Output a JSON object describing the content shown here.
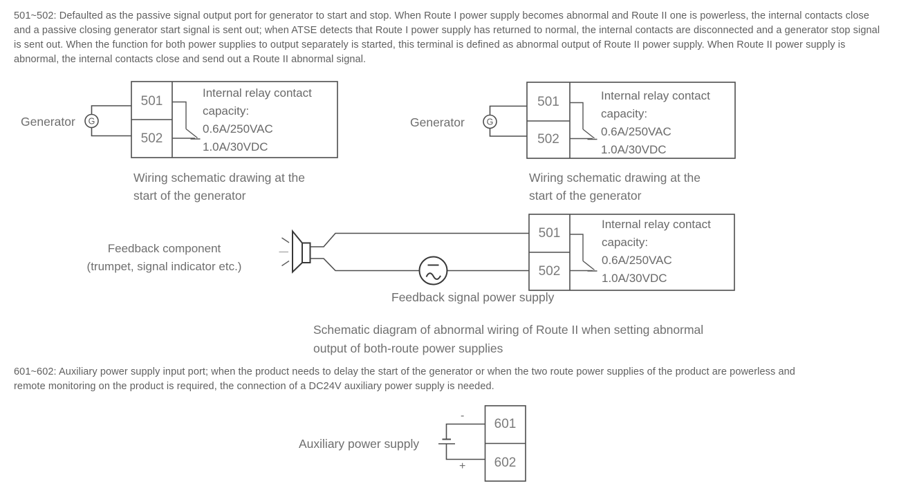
{
  "colors": {
    "background": "#ffffff",
    "body_text": "#5f5f5f",
    "diagram_text": "#6e6e6e",
    "line": "#4d4d4d"
  },
  "paragraphs": {
    "p501": "501~502: Defaulted as the passive signal output port for generator to start and stop. When Route I power supply becomes abnormal and Route II one is powerless, the internal contacts close and a passive closing generator start signal is sent out; when ATSE detects that Route I power supply has returned to normal, the internal contacts are disconnected and a generator stop signal is sent out. When the function for both power supplies to output separately is started, this terminal is defined as abnormal output of Route II power supply. When Route II power supply is abnormal, the internal contacts close and send out a Route II abnormal signal.",
    "p601": "601~602: Auxiliary power supply input port; when the product needs to delay the start of the generator or when the two route power supplies of the product are powerless and remote monitoring on the product is required, the connection of a DC24V auxiliary power supply is needed."
  },
  "diagram1": {
    "source_label": "Generator",
    "source_symbol": "G",
    "terminals": [
      "501",
      "502"
    ],
    "note": [
      "Internal relay contact",
      "capacity:",
      "0.6A/250VAC",
      "1.0A/30VDC"
    ],
    "caption": [
      "Wiring schematic drawing at the",
      "start of the generator"
    ]
  },
  "diagram2": {
    "source_label": "Generator",
    "source_symbol": "G",
    "terminals": [
      "501",
      "502"
    ],
    "note": [
      "Internal relay contact",
      "capacity:",
      "0.6A/250VAC",
      "1.0A/30VDC"
    ],
    "caption": [
      "Wiring schematic drawing at the",
      "start of the generator"
    ]
  },
  "diagram3": {
    "component_label": [
      "Feedback component",
      "(trumpet, signal indicator etc.)"
    ],
    "terminals": [
      "501",
      "502"
    ],
    "note": [
      "Internal relay contact",
      "capacity:",
      "0.6A/250VAC",
      "1.0A/30VDC"
    ],
    "power_caption": "Feedback signal power supply",
    "caption": [
      "Schematic diagram of abnormal wiring of Route II when setting abnormal",
      "output of both-route power supplies"
    ]
  },
  "diagram4": {
    "label": "Auxiliary power supply",
    "terminals": [
      "601",
      "602"
    ],
    "minus_sign": "-",
    "plus_sign": "+"
  }
}
